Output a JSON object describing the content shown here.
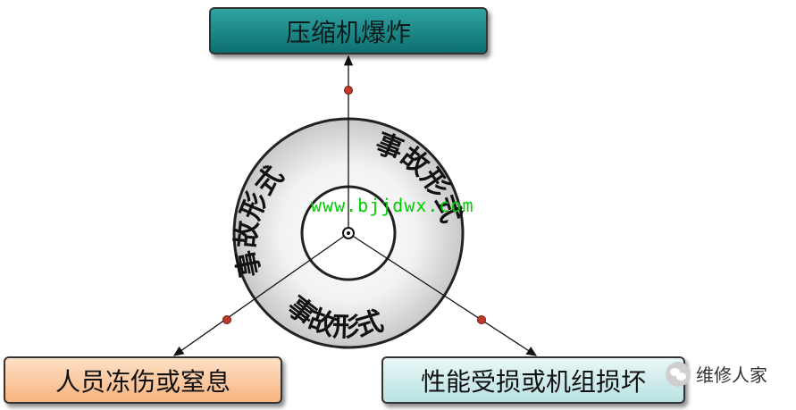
{
  "diagram": {
    "top_box": "压缩机爆炸",
    "left_box": "人员冻伤或窒息",
    "right_box": "性能受损或机组损坏",
    "ring_labels": [
      "事故形式",
      "事故形式",
      "事故形式"
    ],
    "watermark_url": "www.bjjdwx.com",
    "brand_name": "维修人家"
  },
  "colors": {
    "top_box": "#1a8888",
    "left_box": "#f9c79e",
    "right_box": "#cfeeee",
    "connector_dot": "#c0392b"
  }
}
